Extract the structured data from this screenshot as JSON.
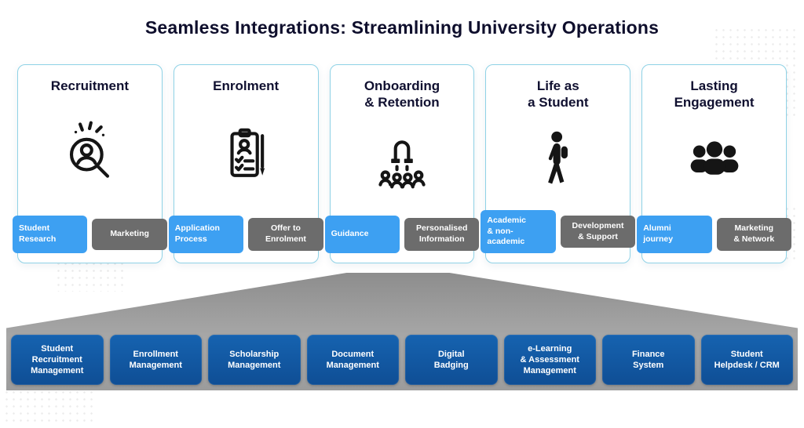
{
  "title": "Seamless Integrations: Streamlining University Operations",
  "colors": {
    "accent_blue_tag": "#3da0f2",
    "gray_tag": "#6c6c6c",
    "system_box_blue": "#11559f",
    "card_border": "#8fd2e6",
    "funnel_gray": "#9c9c9c",
    "title_text": "#0e0e2c"
  },
  "cards": [
    {
      "title": "Recruitment",
      "icon": "search-candidate-icon",
      "tags": [
        {
          "label": "Student\nResearch",
          "style": "blue"
        },
        {
          "label": "Marketing",
          "style": "gray"
        }
      ]
    },
    {
      "title": "Enrolment",
      "icon": "application-form-icon",
      "tags": [
        {
          "label": "Application\nProcess",
          "style": "blue"
        },
        {
          "label": "Offer to\nEnrolment",
          "style": "gray"
        }
      ]
    },
    {
      "title": "Onboarding\n& Retention",
      "icon": "magnet-retention-icon",
      "tags": [
        {
          "label": "Guidance",
          "style": "blue"
        },
        {
          "label": "Personalised\nInformation",
          "style": "gray"
        }
      ]
    },
    {
      "title": "Life as\na Student",
      "icon": "student-walking-icon",
      "tags": [
        {
          "label": "Academic\n& non-\nacademic",
          "style": "blue"
        },
        {
          "label": "Development\n& Support",
          "style": "gray"
        }
      ]
    },
    {
      "title": "Lasting\nEngagement",
      "icon": "alumni-group-icon",
      "tags": [
        {
          "label": "Alumni\njourney",
          "style": "blue"
        },
        {
          "label": "Marketing\n& Network",
          "style": "gray"
        }
      ]
    }
  ],
  "systems": [
    "Student\nRecruitment\nManagement",
    "Enrollment\nManagement",
    "Scholarship\nManagement",
    "Document\nManagement",
    "Digital\nBadging",
    "e-Learning\n& Assessment\nManagement",
    "Finance\nSystem",
    "Student\nHelpdesk / CRM"
  ]
}
